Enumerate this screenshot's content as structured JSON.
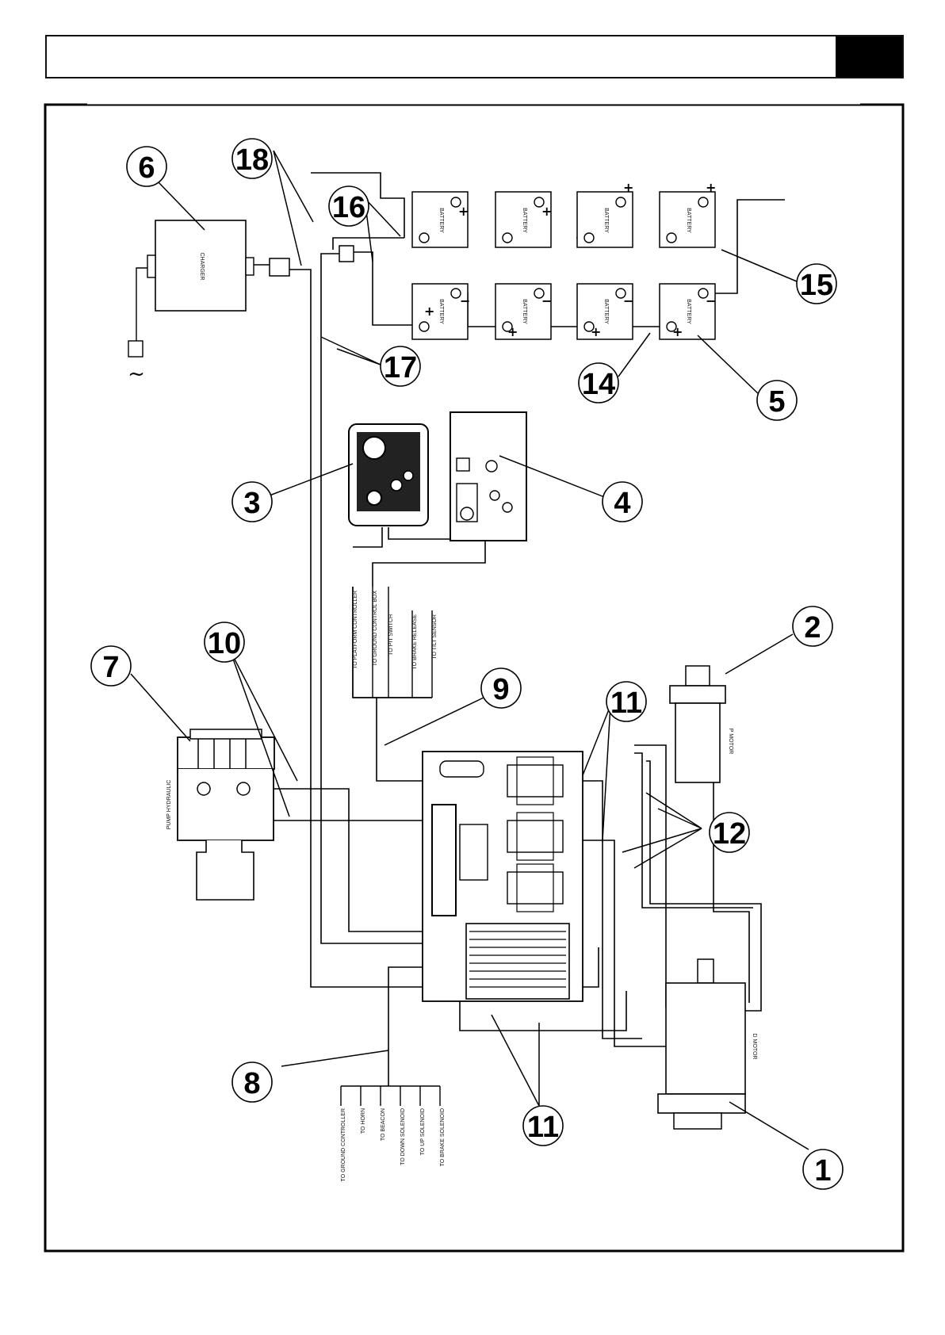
{
  "header": {
    "title": "",
    "accent_color": "#000000"
  },
  "callouts": [
    "1",
    "2",
    "3",
    "4",
    "5",
    "6",
    "7",
    "8",
    "9",
    "10",
    "11",
    "11",
    "12",
    "14",
    "15",
    "16",
    "17",
    "18"
  ],
  "components": {
    "battery_label": "BATTERY",
    "charger_label": "CHARGER",
    "pump_label": "PUMP HYDRAULIC",
    "pump_motor_label": "P MOTOR",
    "drive_motor_label": "D MOTOR",
    "plus_sign": "+",
    "minus_sign": "−",
    "ac_symbol": "~"
  },
  "harness_9_labels": [
    "TO PLATFORM CONTROLLER",
    "TO GROUND CONTROL BOX",
    "TO PIT SWITCH",
    "TO BRAKE RELEASE",
    "TO TILT SENSOR"
  ],
  "harness_8_labels": [
    "TO GROUND CONTROLLER",
    "TO HORN",
    "TO BEACON",
    "TO DOWN SOLENOID",
    "TO UP SOLENOID",
    "TO BRAKE SOLENOID"
  ]
}
